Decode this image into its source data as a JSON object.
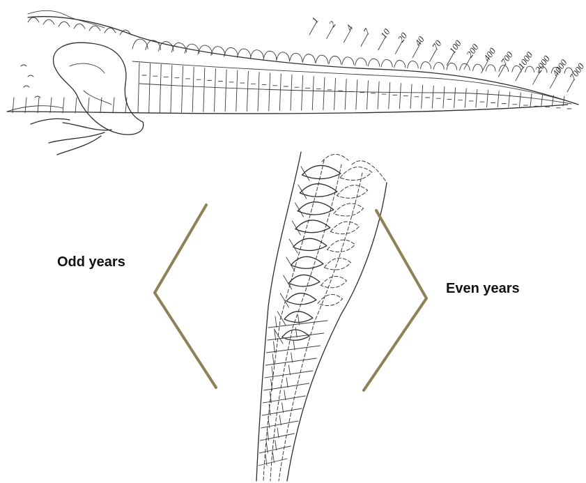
{
  "labels": {
    "odd": "Odd years",
    "even": "Even years"
  },
  "scale_numbers": [
    "1",
    "2",
    "4",
    "7",
    "10",
    "20",
    "40",
    "70",
    "100",
    "200",
    "400",
    "700",
    "1000",
    "2000",
    "4000",
    "7000"
  ],
  "colors": {
    "bracket": "#8b8257",
    "ink": "#2b2b2b"
  }
}
